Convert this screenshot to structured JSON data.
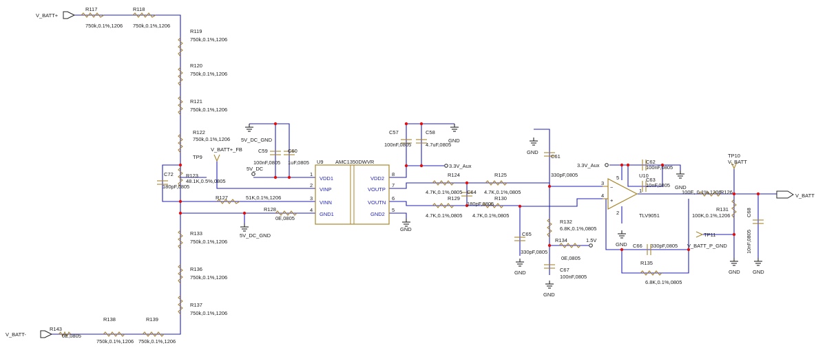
{
  "nets": {
    "v_batt_pos": "V_BATT+",
    "v_batt_neg": "V_BATT-",
    "v_batt_out": "V_BATT",
    "v_batt_fb": "V_BATT+_FB",
    "v_batt_p_gnd": "V_BATT_P_GND",
    "gnd_5v_top": "5V_DC_GND",
    "gnd_5v_bottom": "5V_DC_GND",
    "supply_5v": "5V_DC",
    "aux_33v_a": "3.3V_Aux",
    "aux_33v_b": "3.3V_Aux",
    "v15": "1.5V",
    "gnd": "GND"
  },
  "testpoints": {
    "tp9": "TP9",
    "tp10": "TP10",
    "tp11": "TP11",
    "tp10_net": "V_BATT"
  },
  "resistors": [
    {
      "ref": "R117",
      "value": "750k,0.1%,1206"
    },
    {
      "ref": "R118",
      "value": "750k,0.1%,1206"
    },
    {
      "ref": "R119",
      "value": "750k,0.1%,1206"
    },
    {
      "ref": "R120",
      "value": "750k,0.1%,1206"
    },
    {
      "ref": "R121",
      "value": "750k,0.1%,1206"
    },
    {
      "ref": "R122",
      "value": "750k,0.1%,1206"
    },
    {
      "ref": "R123",
      "value": "48.1K,0.5%,0805"
    },
    {
      "ref": "R127",
      "value": "51K,0.1%,1206"
    },
    {
      "ref": "R128",
      "value": "0E,0805"
    },
    {
      "ref": "R133",
      "value": "750k,0.1%,1206"
    },
    {
      "ref": "R136",
      "value": "750k,0.1%,1206"
    },
    {
      "ref": "R137",
      "value": "750k,0.1%,1206"
    },
    {
      "ref": "R138",
      "value": "750k,0.1%,1206"
    },
    {
      "ref": "R139",
      "value": "750k,0.1%,1206"
    },
    {
      "ref": "R143",
      "value": "0E,0805"
    },
    {
      "ref": "R124",
      "value": "4.7K,0.1%,0805"
    },
    {
      "ref": "R125",
      "value": "4.7K,0.1%,0805"
    },
    {
      "ref": "R129",
      "value": "4.7K,0.1%,0805"
    },
    {
      "ref": "R130",
      "value": "4.7K,0.1%,0805"
    },
    {
      "ref": "R132",
      "value": "6.8K,0.1%,0805"
    },
    {
      "ref": "R134",
      "value": "0E,0805"
    },
    {
      "ref": "R135",
      "value": "6.8K,0.1%,0805"
    },
    {
      "ref": "R126",
      "value": "100E, 0.1%,1206"
    },
    {
      "ref": "R131",
      "value": "100K,0.1%,1206"
    }
  ],
  "capacitors": [
    {
      "ref": "C72",
      "value": "180pF,0805"
    },
    {
      "ref": "C59",
      "value": "100nF,0805"
    },
    {
      "ref": "C60",
      "value": "1uF,0805"
    },
    {
      "ref": "C57",
      "value": "100nF,0805"
    },
    {
      "ref": "C58",
      "value": "4.7uF,0805"
    },
    {
      "ref": "C64",
      "value": "180pF,0805"
    },
    {
      "ref": "C61",
      "value": "330pF,0805"
    },
    {
      "ref": "C65",
      "value": "330pF,0805"
    },
    {
      "ref": "C67",
      "value": "100nF,0805"
    },
    {
      "ref": "C62",
      "value": "100nF,0805"
    },
    {
      "ref": "C63",
      "value": "10nF,0805"
    },
    {
      "ref": "C66",
      "value": "330pF,0805"
    },
    {
      "ref": "C68",
      "value": "10nF,0805"
    }
  ],
  "u9": {
    "ref": "U9",
    "part": "AMC1350DWVR",
    "pins_left": [
      {
        "num": "1",
        "name": "VDD1"
      },
      {
        "num": "2",
        "name": "VINP"
      },
      {
        "num": "3",
        "name": "VINN"
      },
      {
        "num": "4",
        "name": "GND1"
      }
    ],
    "pins_right": [
      {
        "num": "8",
        "name": "VDD2"
      },
      {
        "num": "7",
        "name": "VOUTP"
      },
      {
        "num": "6",
        "name": "VOUTN"
      },
      {
        "num": "5",
        "name": "GND2"
      }
    ]
  },
  "u10": {
    "ref": "U10",
    "part": "TLV9051",
    "pins": [
      "5",
      "3",
      "4",
      "2",
      "1"
    ]
  },
  "colors": {
    "wire": "#1f1fb8",
    "component": "#a8862a",
    "junction": "#dd1111",
    "text": "#1a1a1a"
  }
}
